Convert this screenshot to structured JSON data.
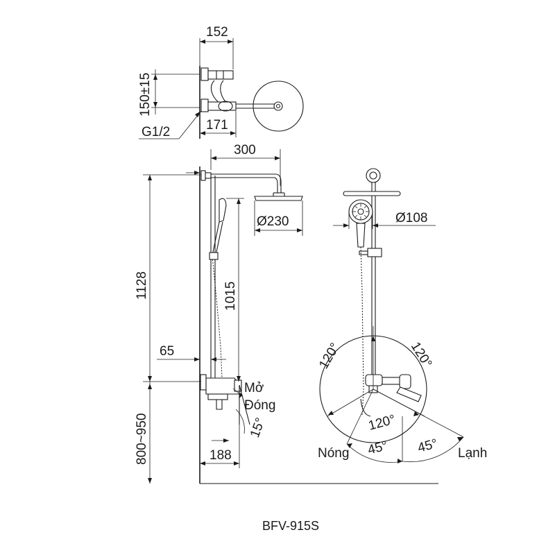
{
  "model": "BFV-915S",
  "dimensions": {
    "top_width": "152",
    "wall_spacing": "150±15",
    "inlet_thread": "G1/2",
    "plan_depth": "171",
    "arm_length": "300",
    "head_diameter": "Ø230",
    "total_height": "1128",
    "hand_height": "1015",
    "wall_offset": "65",
    "install_height": "800~950",
    "handle_angle": "15°",
    "mixer_depth": "188",
    "hand_diameter": "Ø108"
  },
  "labels": {
    "open": "Mở",
    "close": "Đóng",
    "hot": "Nóng",
    "cold": "Lạnh"
  },
  "angles": {
    "left_sector": "120°",
    "right_sector": "120°",
    "bottom_sector": "120°",
    "hot_tilt": "45°",
    "cold_tilt": "45°"
  }
}
